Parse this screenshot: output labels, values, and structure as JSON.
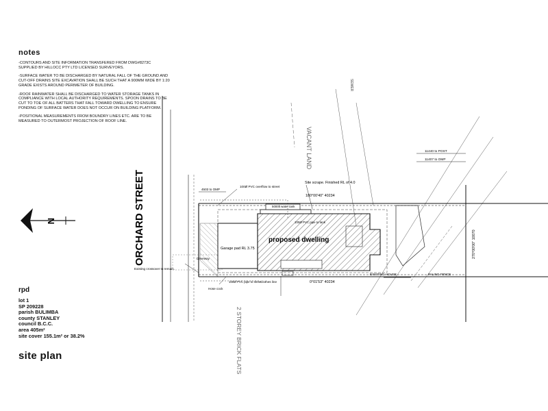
{
  "notes": {
    "title": "notes",
    "items": [
      "-CONTOURS AND SITE INFORMATION TRANSFERED FROM DWG#8273C SUPPLIED BY HILLOCC PTY LTD LICENSED SURVEYORS.",
      "-SURFACE WATER TO BE DISCHARGED BY NATURAL FALL OF THE GROUND AND CUT-OFF DRAINS SITE EXCAVATION SHALL BE SUCH THAT A 900mm WIDE BY 1:20 GRADE EXISTS AROUND PERIMETER OF BUILDING.",
      "-ROOF RAINWATER SHALL BE DISCHARGED TO WATER STORAGE TANKS IN COMPLIANCE WITH LOCAL AUTHORITY REQUIREMENTS. SPOON DRAINS TO BE CUT TO TOE OF ALL BATTERS THAT FALL TOWARD DWELLING TO ENSURE PONDING OF SURFACE WATER DOES NOT OCCUR ON BUILDING PLATFORM.",
      "-POSITIONAL MEASUREMENTS FROM BOUNDRY  LINES ETC. ARE TO BE MEASURED TO OUTERMOST PROJECTION OF ROOF LINE."
    ]
  },
  "rpd": {
    "title": "rpd",
    "lot": "lot  1",
    "sp": "SP  209228",
    "parish": "parish  BULIMBA",
    "county": "county  STANLEY",
    "council": "council  B.C.C.",
    "area": "area 405m²",
    "site_cover": "site cover 155.1m² or 38.2%"
  },
  "site_plan_title": "site plan",
  "plan": {
    "street": "ORCHARD STREET",
    "north": "N",
    "dwelling": "proposed dwelling",
    "garage": "Garage pad RL 3.75",
    "driveway": "Driveway",
    "existing_crossover": "Existing crossover to remain.",
    "site_scrape": "Site scrape. Finished RL of 4.0",
    "pvc_overflow": "100Ø PVC overflow to street",
    "pvc_to_tank": "100Ø PVC pipe to tank",
    "pvc_to_street": "100Ø PVC pipe to street",
    "water_tank": "5000lt water tank",
    "clothes_line": "Clothes line",
    "hose_cock": "Hose cock",
    "bearing_top": "180°00'40\"  40234",
    "bearing_bottom": "0°01'53\"  40234",
    "bearing_side": "270°00'00\"  10070",
    "dim_post": "11440 to POST",
    "dim_omp": "11407 to OMP",
    "dim_omp_left": "4503 to OMP",
    "vacant_land": "VACANT LAND",
    "two_storey": "2 STOREY BRICK FLATS",
    "sewer": "SEWER",
    "existing_house": "EXISTING HOUSE",
    "paling_fence": "PALING FENCE"
  }
}
